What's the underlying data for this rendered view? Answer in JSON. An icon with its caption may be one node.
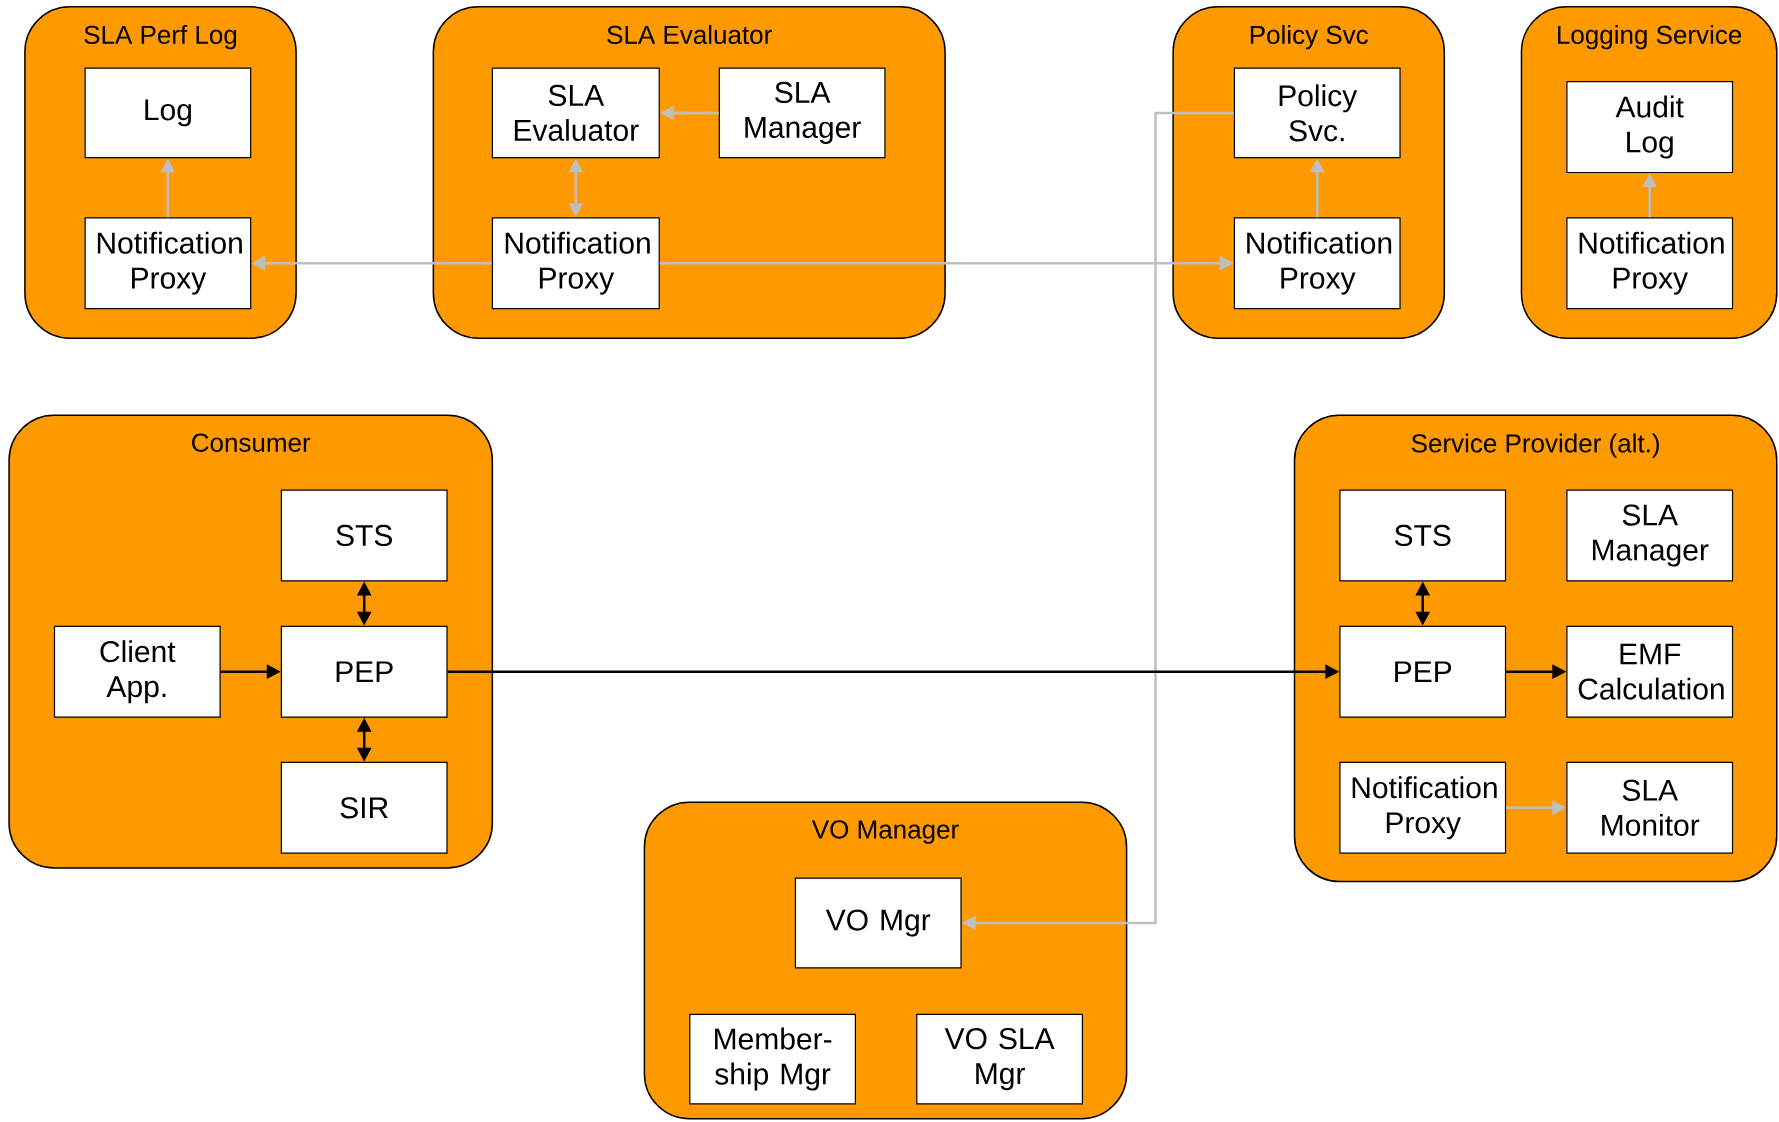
{
  "diagram": {
    "nodes": [
      {
        "text": [
          "SLA Perf Log"
        ]
      },
      {
        "text": [
          "Log"
        ],
        "in": 0
      },
      {
        "text": [
          "Notification Proxy"
        ],
        "in": 0
      },
      {
        "text": [
          "SLA Evaluator"
        ]
      },
      {
        "text": [
          "SLA Evaluator"
        ],
        "in": 3
      },
      {
        "text": [
          "SLA Manager"
        ],
        "in": 3
      },
      {
        "text": [
          "Notification Proxy"
        ],
        "in": 3
      },
      {
        "text": [
          "Policy Svc"
        ]
      },
      {
        "text": [
          "Policy Svc."
        ],
        "in": 7
      },
      {
        "text": [
          "Notification Proxy"
        ],
        "in": 7
      },
      {
        "text": [
          "Logging Service"
        ]
      },
      {
        "text": [
          "Audit Log"
        ],
        "in": 10
      },
      {
        "text": [
          "Notification Proxy"
        ],
        "in": 10
      },
      {
        "text": [
          "Consumer"
        ]
      },
      {
        "text": [
          "STS"
        ],
        "in": 13
      },
      {
        "text": [
          "Client App."
        ],
        "in": 13
      },
      {
        "text": [
          "PEP"
        ],
        "in": 13
      },
      {
        "text": [
          "SIR"
        ],
        "in": 13
      },
      {
        "text": [
          "Service Provider (alt.)"
        ]
      },
      {
        "text": [
          "STS"
        ],
        "in": 18
      },
      {
        "text": [
          "SLA Manager"
        ],
        "in": 18
      },
      {
        "text": [
          "PEP"
        ],
        "in": 18
      },
      {
        "text": [
          "EMF Calculation"
        ],
        "in": 18
      },
      {
        "text": [
          "Notification Proxy"
        ],
        "in": 18
      },
      {
        "text": [
          "SLA Monitor"
        ],
        "in": 18
      },
      {
        "text": [
          "VO Manager"
        ]
      },
      {
        "text": [
          "VO Mgr"
        ],
        "in": 25
      },
      {
        "text": [
          "Member- ship Mgr"
        ],
        "in": 25
      },
      {
        "text": [
          "VO SLA Mgr"
        ],
        "in": 25
      }
    ],
    "edges": [
      {
        "from": 2,
        "to": 1,
        "arrow": "to"
      },
      {
        "from": 5,
        "to": 4,
        "arrow": "to"
      },
      {
        "from": 4,
        "to": 6,
        "arrow": "both"
      },
      {
        "from": 6,
        "to": 2,
        "arrow": "to"
      },
      {
        "from": 6,
        "to": 9,
        "arrow": "to"
      },
      {
        "from": 9,
        "to": 8,
        "arrow": "to"
      },
      {
        "from": 12,
        "to": 11,
        "arrow": "to"
      },
      {
        "from": 8,
        "to": 26,
        "arrow": "to"
      },
      {
        "from": 15,
        "to": 16,
        "arrow": "to",
        "color": "#000000"
      },
      {
        "from": 14,
        "to": 16,
        "arrow": "both",
        "color": "#000000"
      },
      {
        "from": 16,
        "to": 17,
        "arrow": "both",
        "color": "#000000"
      },
      {
        "from": 16,
        "to": 21,
        "arrow": "to",
        "color": "#000000"
      },
      {
        "from": 19,
        "to": 21,
        "arrow": "both",
        "color": "#000000"
      },
      {
        "from": 21,
        "to": 22,
        "arrow": "to",
        "color": "#000000"
      },
      {
        "from": 23,
        "to": 24,
        "arrow": "to"
      }
    ]
  }
}
